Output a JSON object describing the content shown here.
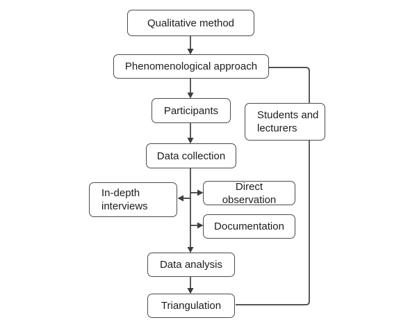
{
  "diagram": {
    "type": "flowchart",
    "topic": "Qualitative research method flow",
    "colors": {
      "background": "#ffffff",
      "node_fill": "#ffffff",
      "node_border": "#4a4a4a",
      "connector": "#3d3d3d",
      "text": "#1c1c1c"
    },
    "nodes": {
      "qualitative_method": {
        "label": "Qualitative method"
      },
      "phenomenological_approach": {
        "label": "Phenomenological approach"
      },
      "participants": {
        "label": "Participants"
      },
      "students_lecturers": {
        "label": "Students and lecturers"
      },
      "data_collection": {
        "label": "Data collection"
      },
      "in_depth_interviews": {
        "label": "In-depth interviews"
      },
      "direct_observation": {
        "label": "Direct observation"
      },
      "documentation": {
        "label": "Documentation"
      },
      "data_analysis": {
        "label": "Data analysis"
      },
      "triangulation": {
        "label": "Triangulation"
      }
    },
    "edges": [
      {
        "from": "qualitative_method",
        "to": "phenomenological_approach",
        "style": "arrow"
      },
      {
        "from": "phenomenological_approach",
        "to": "participants",
        "style": "arrow"
      },
      {
        "from": "participants",
        "to": "data_collection",
        "style": "arrow"
      },
      {
        "from": "data_collection",
        "to": "direct_observation",
        "style": "arrow"
      },
      {
        "from": "data_collection",
        "to": "in_depth_interviews",
        "style": "arrow"
      },
      {
        "from": "data_collection",
        "to": "documentation",
        "style": "arrow"
      },
      {
        "from": "data_collection",
        "to": "data_analysis",
        "style": "arrow"
      },
      {
        "from": "data_analysis",
        "to": "triangulation",
        "style": "arrow"
      },
      {
        "from": "phenomenological_approach",
        "to": "students_lecturers",
        "style": "line"
      },
      {
        "from": "students_lecturers",
        "to": "triangulation",
        "style": "line"
      }
    ]
  }
}
